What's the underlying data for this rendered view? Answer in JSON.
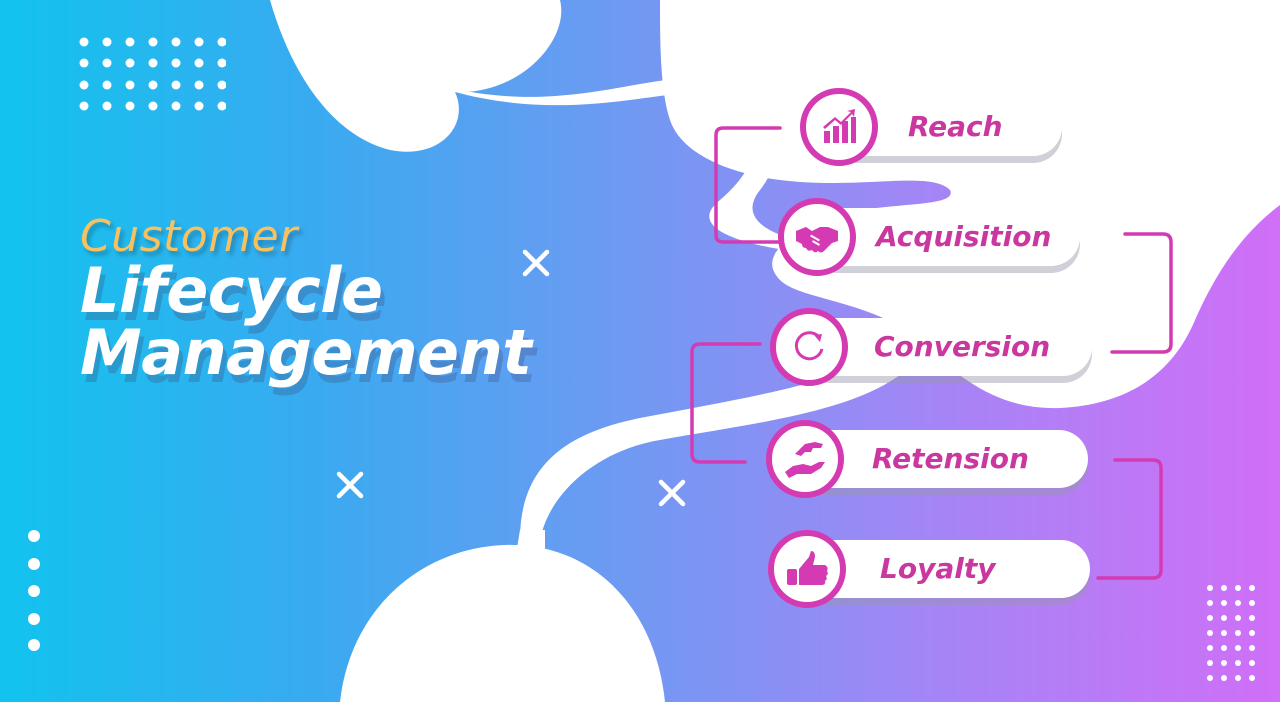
{
  "title": {
    "line1": "Customer",
    "line2": "Lifecycle",
    "line3": "Management"
  },
  "stages": [
    {
      "label": "Reach",
      "icon": "chart-growth-icon"
    },
    {
      "label": "Acquisition",
      "icon": "handshake-icon"
    },
    {
      "label": "Conversion",
      "icon": "refresh-cycle-icon"
    },
    {
      "label": "Retension",
      "icon": "hand-giving-icon"
    },
    {
      "label": "Loyalty",
      "icon": "thumbs-up-icon"
    }
  ],
  "colors": {
    "accent_magenta": "#d43bb3",
    "title_gold": "#f7c160",
    "gradient_start": "#12c3ee",
    "gradient_end": "#d06ff7",
    "white": "#ffffff"
  }
}
